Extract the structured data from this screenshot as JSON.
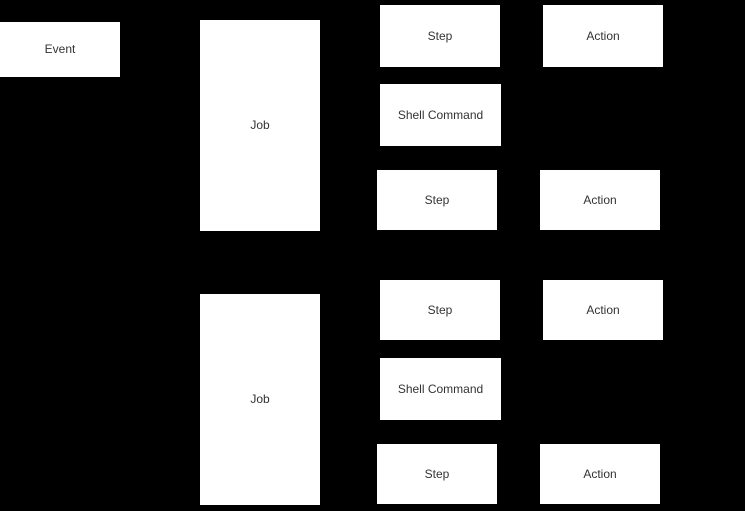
{
  "diagram": {
    "background_color": "#000000",
    "node_fill_color": "#ffffff",
    "text_color": "#333333",
    "nodes": {
      "event": {
        "label": "Event"
      },
      "job_1": {
        "label": "Job"
      },
      "step_1": {
        "label": "Step"
      },
      "action_1": {
        "label": "Action"
      },
      "shell_command_1": {
        "label": "Shell Command"
      },
      "step_2": {
        "label": "Step"
      },
      "action_2": {
        "label": "Action"
      },
      "job_2": {
        "label": "Job"
      },
      "step_3": {
        "label": "Step"
      },
      "action_3": {
        "label": "Action"
      },
      "shell_command_2": {
        "label": "Shell Command"
      },
      "step_4": {
        "label": "Step"
      },
      "action_4": {
        "label": "Action"
      }
    },
    "connectors": {
      "event_to_job_1": {
        "icon": "arrowhead-right"
      }
    }
  }
}
